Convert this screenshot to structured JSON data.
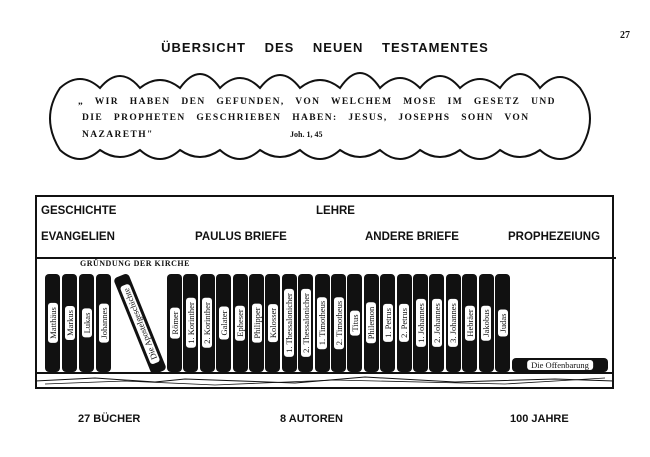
{
  "page_number": "27",
  "title": "ÜBERSICHT DES NEUEN TESTAMENTES",
  "quote": {
    "line1": "„ WIR HABEN DEN GEFUNDEN, VON WELCHEM MOSE IM GESETZ UND",
    "line2": "DIE PROPHETEN GESCHRIEBEN HABEN: JESUS, JOSEPHS SOHN VON",
    "line3": "NAZARETH\"",
    "reference": "Joh. 1, 45"
  },
  "headings": {
    "geschichte": "GESCHICHTE",
    "lehre": "LEHRE",
    "evangelien": "EVANGELIEN",
    "paulus": "PAULUS BRIEFE",
    "andere": "ANDERE BRIEFE",
    "prophezeiung": "PROPHEZEIUNG"
  },
  "church_label": "GRÜNDUNG DER KIRCHE",
  "gospels": [
    "Matthäus",
    "Markus",
    "Lukas",
    "Johannes"
  ],
  "acts": "Die Apostelgeschichte",
  "epistles": [
    "Römer",
    "1. Korinther",
    "2. Korinther",
    "Galater",
    "Epheser",
    "Philipper",
    "Kolosser",
    "1. Thessalonicher",
    "2. Thessalonicher",
    "1. Timotheus",
    "2. Timotheus",
    "Titus",
    "Philemon",
    "1. Petrus",
    "2. Petrus",
    "1. Johannes",
    "2. Johannes",
    "3. Johannes",
    "Hebräer",
    "Jakobus",
    "Judas"
  ],
  "revelation": "Die Offenbarung",
  "footer": {
    "books": "27 BÜCHER",
    "authors": "8 AUTOREN",
    "years": "100 JAHRE"
  }
}
